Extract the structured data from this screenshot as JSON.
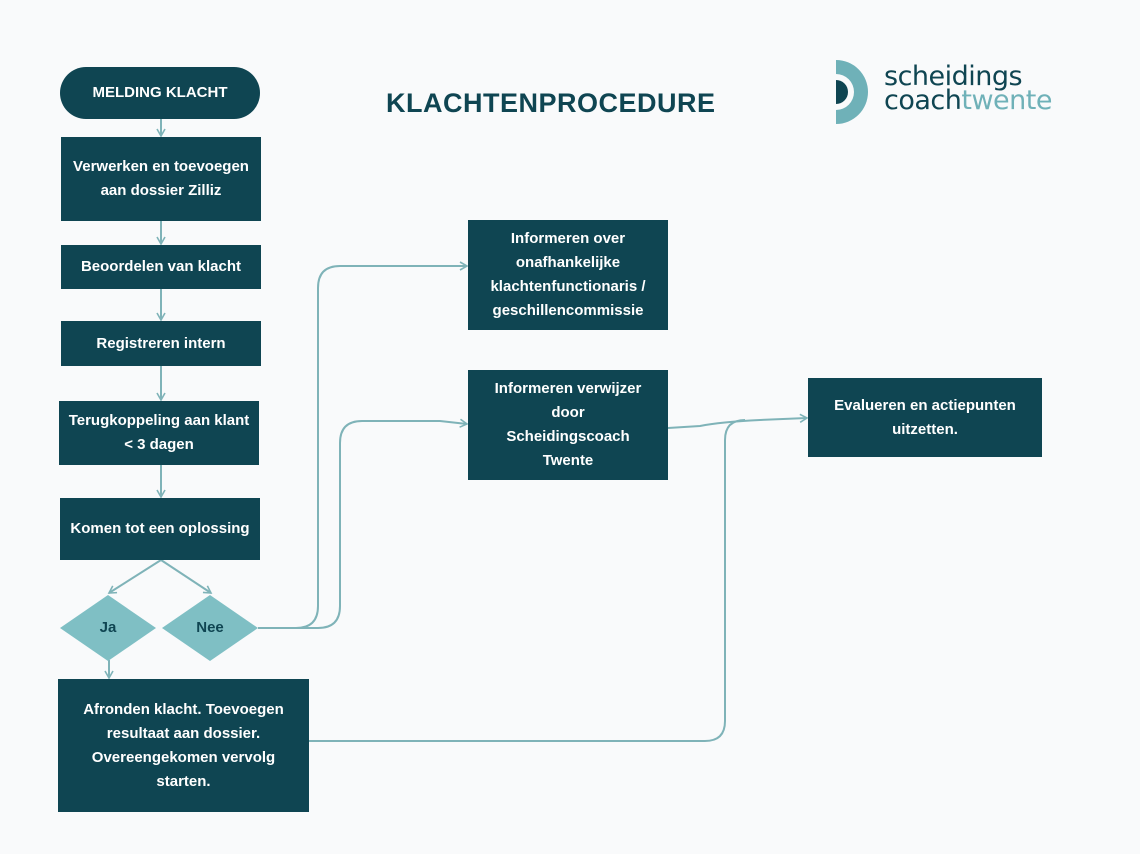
{
  "header": {
    "title": "KLACHTENPROCEDURE",
    "logo": {
      "line1": "scheidings",
      "line2a": "coach",
      "line2b": "twente"
    }
  },
  "colors": {
    "box": "#0f4552",
    "diamond": "#7fbfc4",
    "connector": "#7fb3b8",
    "background": "#f9fafb"
  },
  "nodes": {
    "start": "MELDING KLACHT",
    "process": "Verwerken en toevoegen aan dossier Zilliz",
    "assess": "Beoordelen van klacht",
    "register": "Registreren intern",
    "feedback": "Terugkoppeling aan klant < 3 dagen",
    "solution": "Komen tot een oplossing",
    "yes": "Ja",
    "no": "Nee",
    "finish": "Afronden klacht. Toevoegen resultaat aan dossier. Overeengekomen vervolg starten.",
    "inform_independent": "Informeren over onafhankelijke klachtenfunctionaris / geschillencommissie",
    "inform_referrer": "Informeren verwijzer door Scheidingscoach Twente",
    "evaluate": "Evalueren en actiepunten uitzetten."
  }
}
